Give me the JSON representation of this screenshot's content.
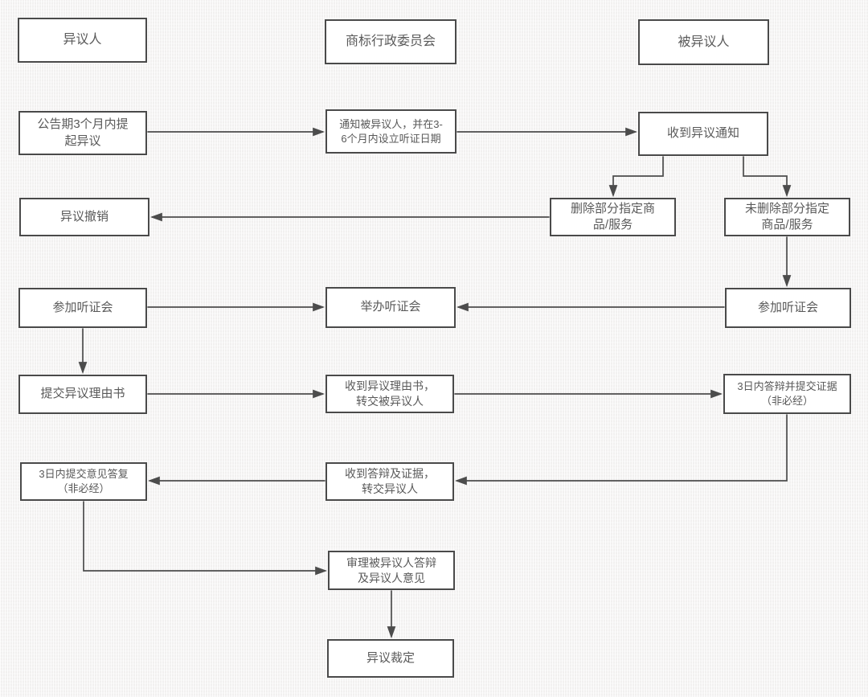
{
  "diagram": {
    "type": "flowchart",
    "language": "zh-CN",
    "colors": {
      "background": "#f6f5f4",
      "box_fill": "#ffffff",
      "box_border": "#4a4a4a",
      "connector": "#4c4c4c",
      "text": "#595959"
    },
    "nodes": {
      "l1": {
        "label": "异议人",
        "role": "lane-header"
      },
      "m1": {
        "label": "商标行政委员会",
        "role": "lane-header"
      },
      "r1": {
        "label": "被异议人",
        "role": "lane-header"
      },
      "l2": {
        "label": "公告期3个月内提\n起异议"
      },
      "m2": {
        "label": "通知被异议人，并在3-\n6个月内设立听证日期"
      },
      "r2": {
        "label": "收到异议通知"
      },
      "l3": {
        "label": "异议撤销"
      },
      "m3a": {
        "label": "删除部分指定商\n品/服务"
      },
      "m3b": {
        "label": "未删除部分指定\n商品/服务"
      },
      "l4": {
        "label": "参加听证会"
      },
      "m4": {
        "label": "举办听证会"
      },
      "r4": {
        "label": "参加听证会"
      },
      "l5": {
        "label": "提交异议理由书"
      },
      "m5": {
        "label": "收到异议理由书，\n转交被异议人"
      },
      "r5": {
        "label": "3日内答辩并提交证据\n（非必经）"
      },
      "l6": {
        "label": "3日内提交意见答复\n（非必经）"
      },
      "m6": {
        "label": "收到答辩及证据，\n转交异议人"
      },
      "m7": {
        "label": "审理被异议人答辩\n及异议人意见"
      },
      "m8": {
        "label": "异议裁定"
      }
    },
    "edges": [
      {
        "from": "l2",
        "to": "m2"
      },
      {
        "from": "m2",
        "to": "r2"
      },
      {
        "from": "r2",
        "to": "m3a"
      },
      {
        "from": "r2",
        "to": "m3b"
      },
      {
        "from": "m3a",
        "to": "l3"
      },
      {
        "from": "m3b",
        "to": "r4"
      },
      {
        "from": "l4",
        "to": "m4"
      },
      {
        "from": "r4",
        "to": "m4"
      },
      {
        "from": "l4",
        "to": "l5"
      },
      {
        "from": "l5",
        "to": "m5"
      },
      {
        "from": "m5",
        "to": "r5"
      },
      {
        "from": "r5",
        "to": "m6"
      },
      {
        "from": "m6",
        "to": "l6"
      },
      {
        "from": "l6",
        "to": "m7"
      },
      {
        "from": "m7",
        "to": "m8"
      }
    ]
  }
}
